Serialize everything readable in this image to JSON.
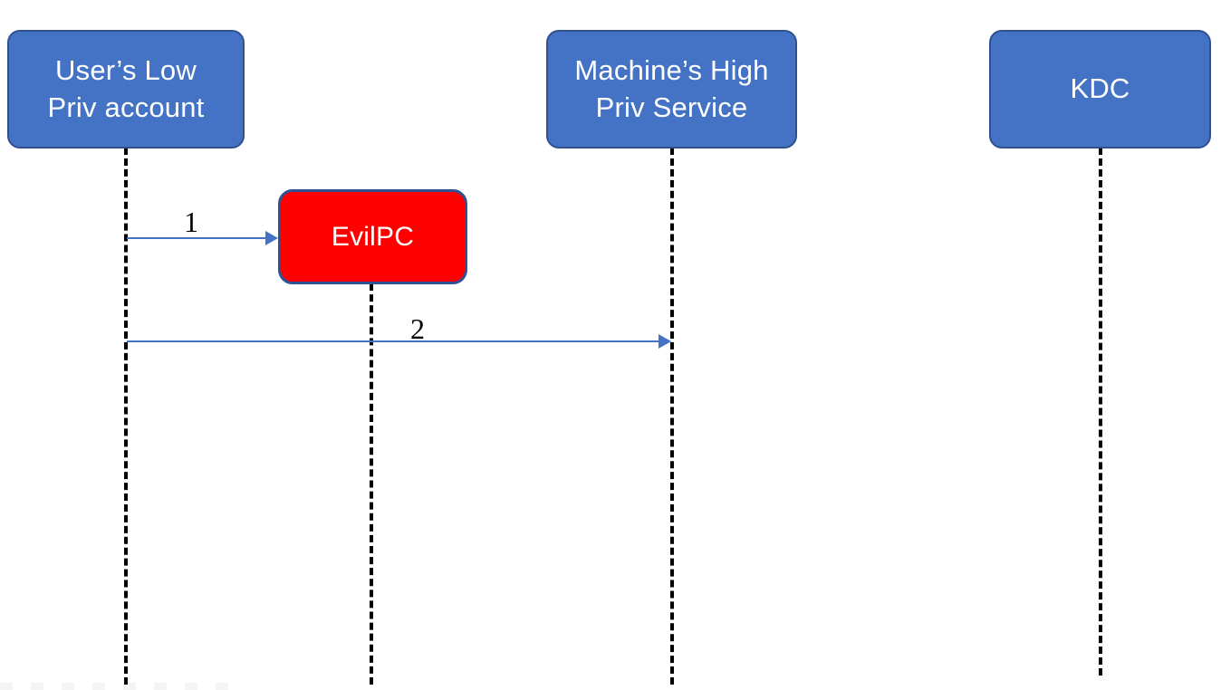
{
  "diagram": {
    "type": "sequence-diagram",
    "title": "",
    "background_color": "#FFFFFF",
    "lifeline_color": "#000000",
    "arrow_color": "#4472C4",
    "actor_fill": "#4472C4",
    "actor_border": "#2F528F",
    "evil_fill": "#FF0000",
    "evil_border": "#2E5395"
  },
  "nodes": {
    "user": {
      "label": "User’s Low\nPriv account",
      "fill": "#4472C4"
    },
    "machine": {
      "label": "Machine’s High\nPriv Service",
      "fill": "#4472C4"
    },
    "kdc": {
      "label": "KDC",
      "fill": "#4472C4"
    },
    "evilpc": {
      "label": "EvilPC",
      "fill": "#FF0000"
    }
  },
  "messages": [
    {
      "label": "1",
      "from": "user",
      "to": "evilpc",
      "color": "#4472C4"
    },
    {
      "label": "2",
      "from": "user",
      "to": "machine",
      "color": "#4472C4"
    }
  ]
}
